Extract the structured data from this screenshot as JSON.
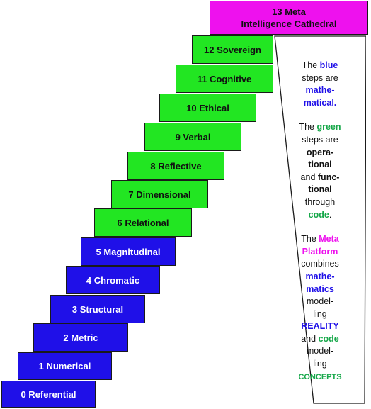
{
  "colors": {
    "blue": "#1f10e8",
    "green": "#22e622",
    "meta": "#ee11ee",
    "text_green": "#17a84a"
  },
  "top": {
    "line1": "13 Meta",
    "line2": "Intelligence Cathedral"
  },
  "steps": [
    "0 Referential",
    "1 Numerical",
    "2 Metric",
    "3 Structural",
    "4 Chromatic",
    "5 Magnitudinal",
    "6 Relational",
    "7 Dimensional",
    "8 Reflective",
    "9 Verbal",
    "10 Ethical",
    "11 Cognitive",
    "12 Sovereign"
  ],
  "panel": {
    "p1": [
      "The ",
      "blue",
      " steps are ",
      "mathe-",
      "matical."
    ],
    "p2": [
      "The ",
      "green",
      " steps are ",
      "opera-",
      "tional",
      " and ",
      "func-",
      "tional",
      " through ",
      "code",
      "."
    ],
    "p3": [
      "The ",
      "Meta",
      "Platform",
      " combines ",
      "mathe-",
      "matics",
      " model-",
      "ling",
      "REALITY",
      " and ",
      "code",
      " model-",
      "ling",
      "CONCEPTS"
    ]
  }
}
